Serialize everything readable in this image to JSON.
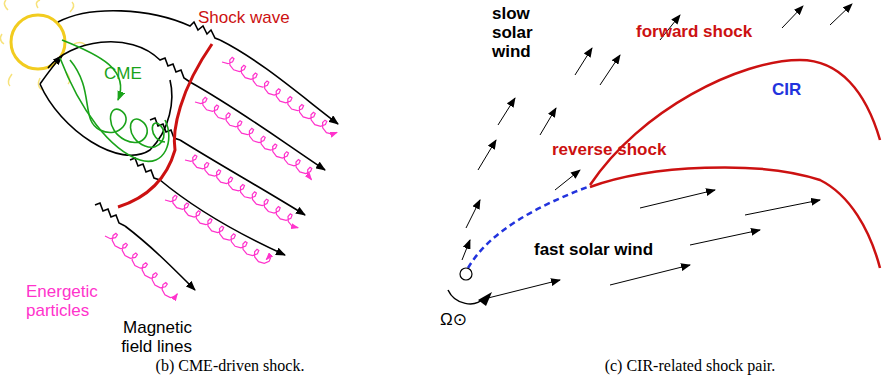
{
  "diagram": {
    "labels": [
      "Shock wave",
      "CME",
      "Energetic particles",
      "Magnetic field lines",
      "(b) CME-driven shock.",
      "slow solar wind",
      "forward shock",
      "CIR",
      "reverse shock",
      "fast solar wind",
      "Ω⊙",
      "(c) CIR-related shock pair."
    ]
  }
}
